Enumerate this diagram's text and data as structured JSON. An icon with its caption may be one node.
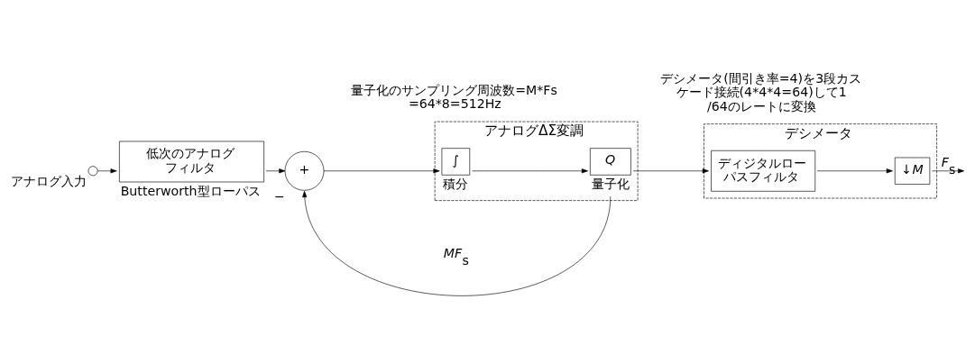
{
  "diagram": {
    "nodes": [
      {
        "text": [],
        "shape": "circle",
        "beside": [
          "アナログ入力"
        ]
      },
      {
        "text": [
          "低次のアナログフィルタ"
        ],
        "beside": [
          "Butterworth型ローパス"
        ]
      },
      {
        "text": [
          "+"
        ],
        "beside": [
          "−"
        ]
      },
      {
        "text": [
          "アナログΔΣ変調"
        ]
      },
      {
        "text": [
          "∫"
        ],
        "in": 3,
        "beside": [
          "積分"
        ]
      },
      {
        "text": [
          "Q"
        ],
        "in": 3,
        "beside": [
          "量子化"
        ]
      },
      {
        "text": [
          "デシメータ"
        ]
      },
      {
        "text": [
          "ディジタルローパスフィルタ"
        ],
        "in": 6
      },
      {
        "text": [
          "↓*M*"
        ],
        "in": 6
      }
    ],
    "edges": [
      {
        "from": 0,
        "to": 1,
        "arrow": "to"
      },
      {
        "from": 1,
        "to": 2,
        "arrow": "to"
      },
      {
        "from": 2,
        "to": 4,
        "arrow": "to"
      },
      {
        "from": 4,
        "to": 5,
        "arrow": "to"
      },
      {
        "from": 5,
        "to": 7,
        "arrow": "to"
      },
      {
        "from": 5,
        "to": 2,
        "arrow": "to",
        "label": "*MF*$_{s}$"
      },
      {
        "from": 7,
        "to": 8,
        "arrow": "to"
      },
      {
        "from": 8,
        "to": null,
        "arrow": "to",
        "label": "*F*$_{s}$"
      }
    ],
    "labels": [
      "デシメータ(間引き率=4)を3段カスケード接続(4*4*4=64)して1/64のレートに変換",
      "量子化のサンプリング周波数=M*Fs=64*8=512Hz"
    ]
  }
}
